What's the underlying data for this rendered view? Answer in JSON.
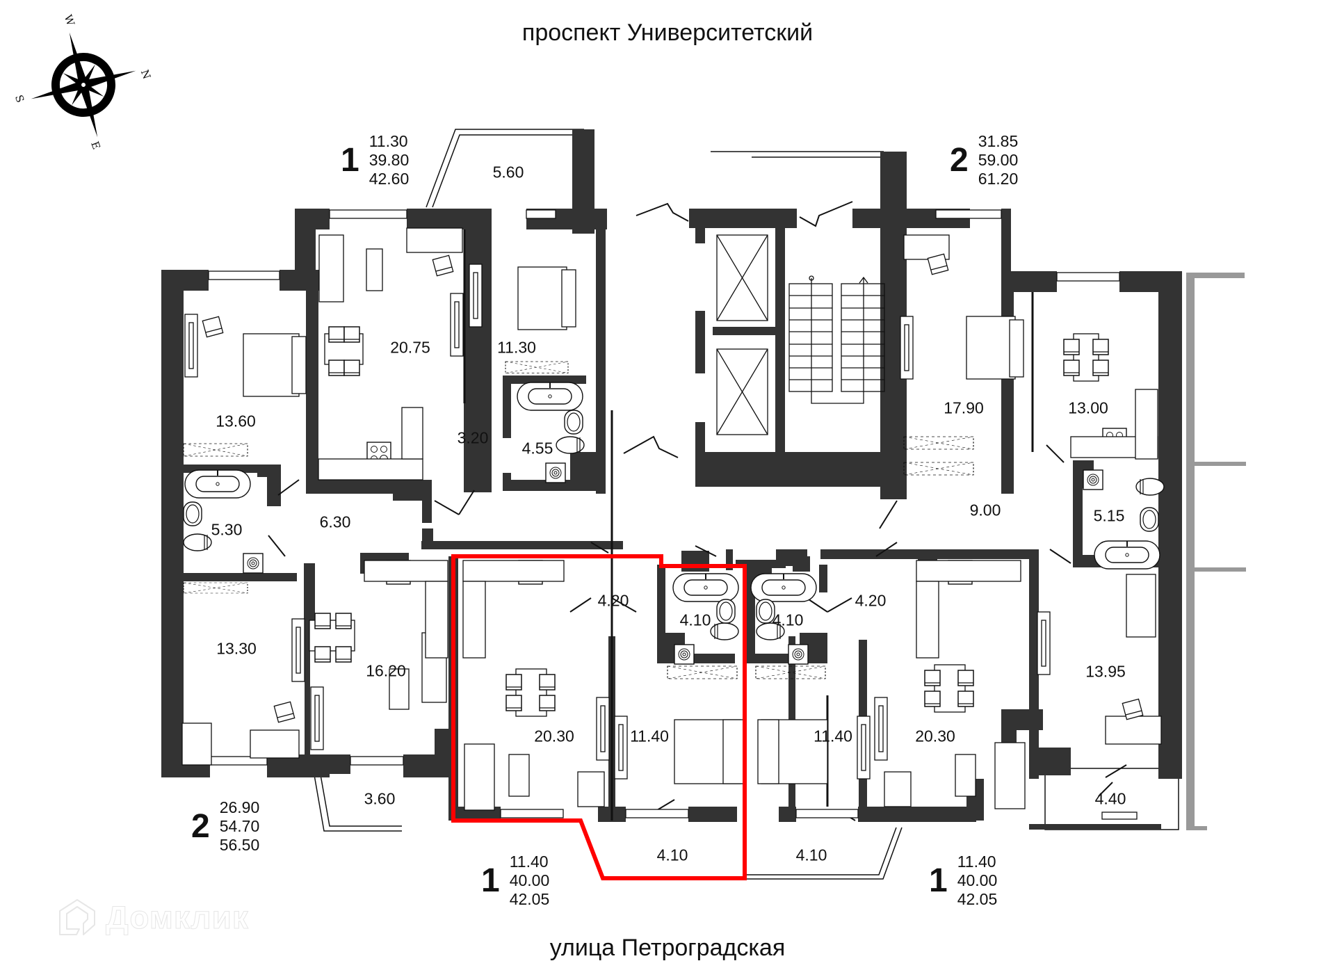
{
  "streets": {
    "top": "проспект Университетский",
    "bottom": "улица Петроградская"
  },
  "compass": {
    "icon": "compass-rose-icon",
    "labels": {
      "north": "N",
      "south": "S",
      "east": "E",
      "west": "W"
    }
  },
  "watermark": {
    "icon": "domclick-house-logo-icon",
    "text": "Домклик"
  },
  "colors": {
    "wall": "#333333",
    "highlight": "#ff0000",
    "neighbor_wall": "#999999",
    "line": "#111111"
  },
  "units": [
    {
      "id": "top-left-1",
      "rooms": "1",
      "living_area": "11.30",
      "total_area": "39.80",
      "total_with_balcony": "42.60"
    },
    {
      "id": "top-right-2",
      "rooms": "2",
      "living_area": "31.85",
      "total_area": "59.00",
      "total_with_balcony": "61.20"
    },
    {
      "id": "bottom-left-2",
      "rooms": "2",
      "living_area": "26.90",
      "total_area": "54.70",
      "total_with_balcony": "56.50"
    },
    {
      "id": "bottom-mid-1",
      "rooms": "1",
      "living_area": "11.40",
      "total_area": "40.00",
      "total_with_balcony": "42.05",
      "highlighted": true
    },
    {
      "id": "bottom-right-1",
      "rooms": "1",
      "living_area": "11.40",
      "total_area": "40.00",
      "total_with_balcony": "42.05"
    }
  ],
  "rooms": [
    {
      "area": "5.60",
      "type": "balcony"
    },
    {
      "area": "20.75",
      "type": "kitchen-living"
    },
    {
      "area": "11.30",
      "type": "bedroom"
    },
    {
      "area": "13.60",
      "type": "bedroom"
    },
    {
      "area": "3.20",
      "type": "hall"
    },
    {
      "area": "4.55",
      "type": "bathroom"
    },
    {
      "area": "5.30",
      "type": "bathroom"
    },
    {
      "area": "6.30",
      "type": "hall"
    },
    {
      "area": "13.30",
      "type": "bedroom"
    },
    {
      "area": "16.20",
      "type": "kitchen-living"
    },
    {
      "area": "3.60",
      "type": "balcony"
    },
    {
      "area": "4.20",
      "type": "hall"
    },
    {
      "area": "20.30",
      "type": "kitchen-living"
    },
    {
      "area": "4.10",
      "type": "bathroom"
    },
    {
      "area": "11.40",
      "type": "bedroom"
    },
    {
      "area": "4.10",
      "type": "balcony"
    },
    {
      "area": "4.10",
      "type": "bathroom"
    },
    {
      "area": "11.40",
      "type": "bedroom"
    },
    {
      "area": "4.20",
      "type": "hall"
    },
    {
      "area": "20.30",
      "type": "kitchen-living"
    },
    {
      "area": "4.10",
      "type": "balcony"
    },
    {
      "area": "17.90",
      "type": "bedroom"
    },
    {
      "area": "13.00",
      "type": "kitchen"
    },
    {
      "area": "9.00",
      "type": "hall"
    },
    {
      "area": "5.15",
      "type": "bathroom"
    },
    {
      "area": "13.95",
      "type": "bedroom"
    },
    {
      "area": "4.40",
      "type": "balcony"
    }
  ]
}
